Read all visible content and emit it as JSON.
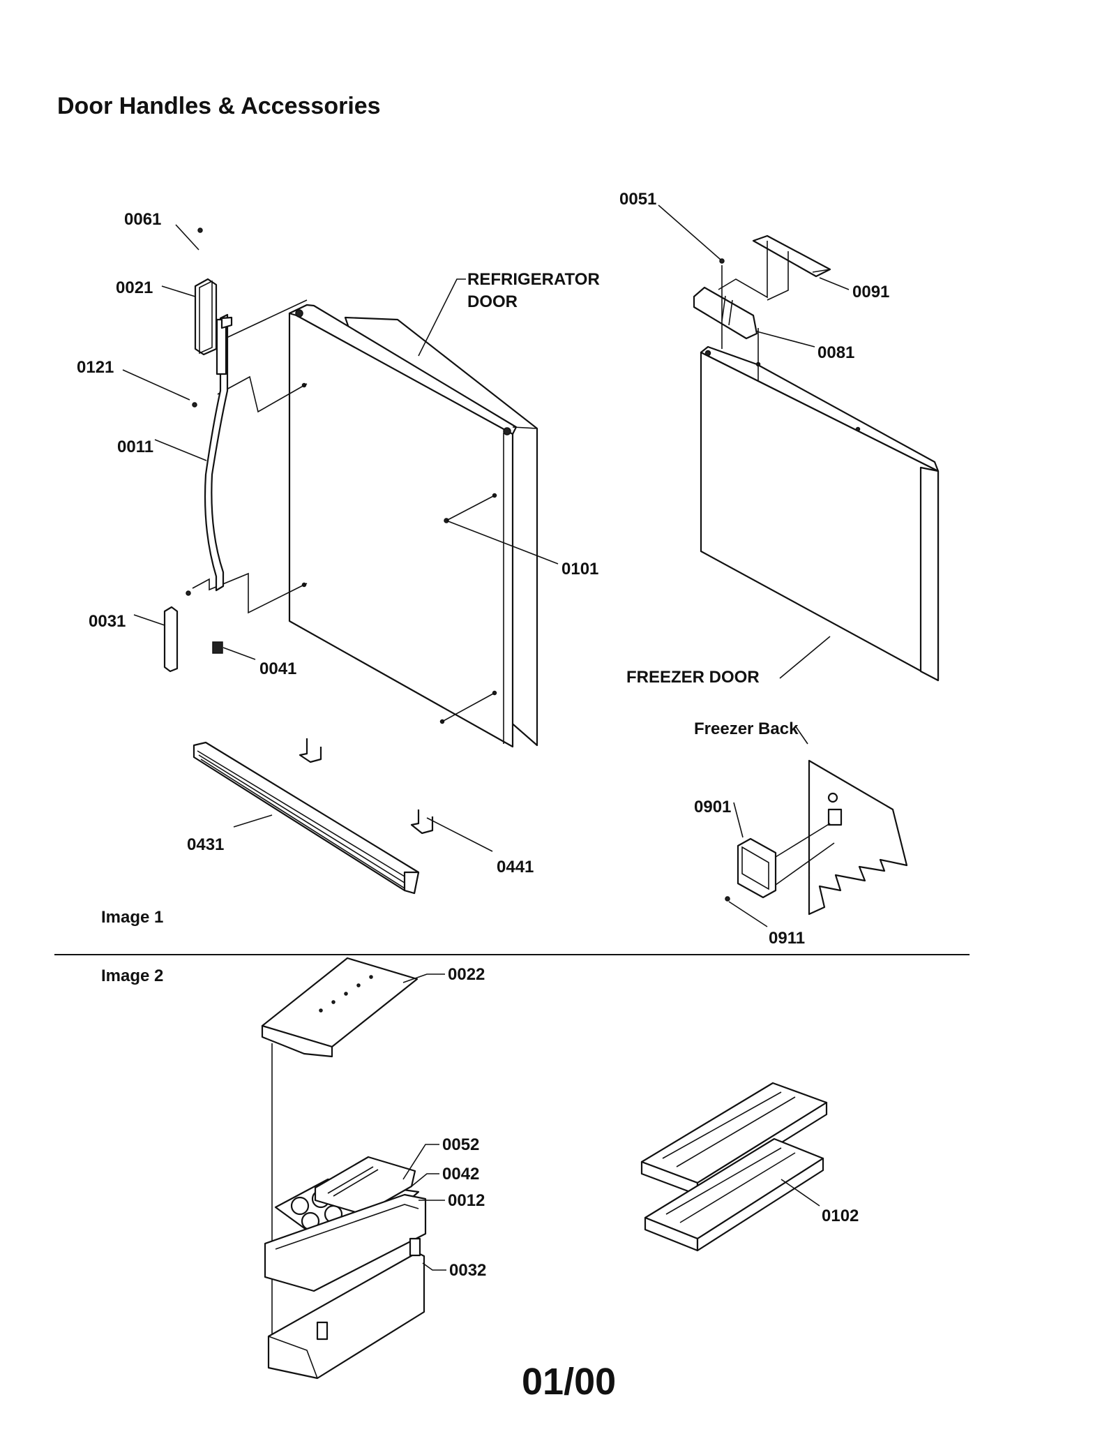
{
  "page": {
    "title": "Door Handles & Accessories",
    "footer_code": "01/00"
  },
  "image1": {
    "caption": "Image 1",
    "door_labels": {
      "refrigerator_line1": "REFRIGERATOR",
      "refrigerator_line2": "DOOR",
      "freezer": "FREEZER DOOR",
      "freezer_back": "Freezer Back"
    },
    "part_labels": {
      "p0061": "0061",
      "p0021": "0021",
      "p0121": "0121",
      "p0011": "0011",
      "p0031": "0031",
      "p0041": "0041",
      "p0101": "0101",
      "p0431": "0431",
      "p0441": "0441",
      "p0051": "0051",
      "p0091": "0091",
      "p0081": "0081",
      "p0901": "0901",
      "p0911": "0911"
    }
  },
  "image2": {
    "caption": "Image 2",
    "part_labels": {
      "p0022": "0022",
      "p0052": "0052",
      "p0042": "0042",
      "p0012": "0012",
      "p0032": "0032",
      "p0102": "0102"
    }
  }
}
